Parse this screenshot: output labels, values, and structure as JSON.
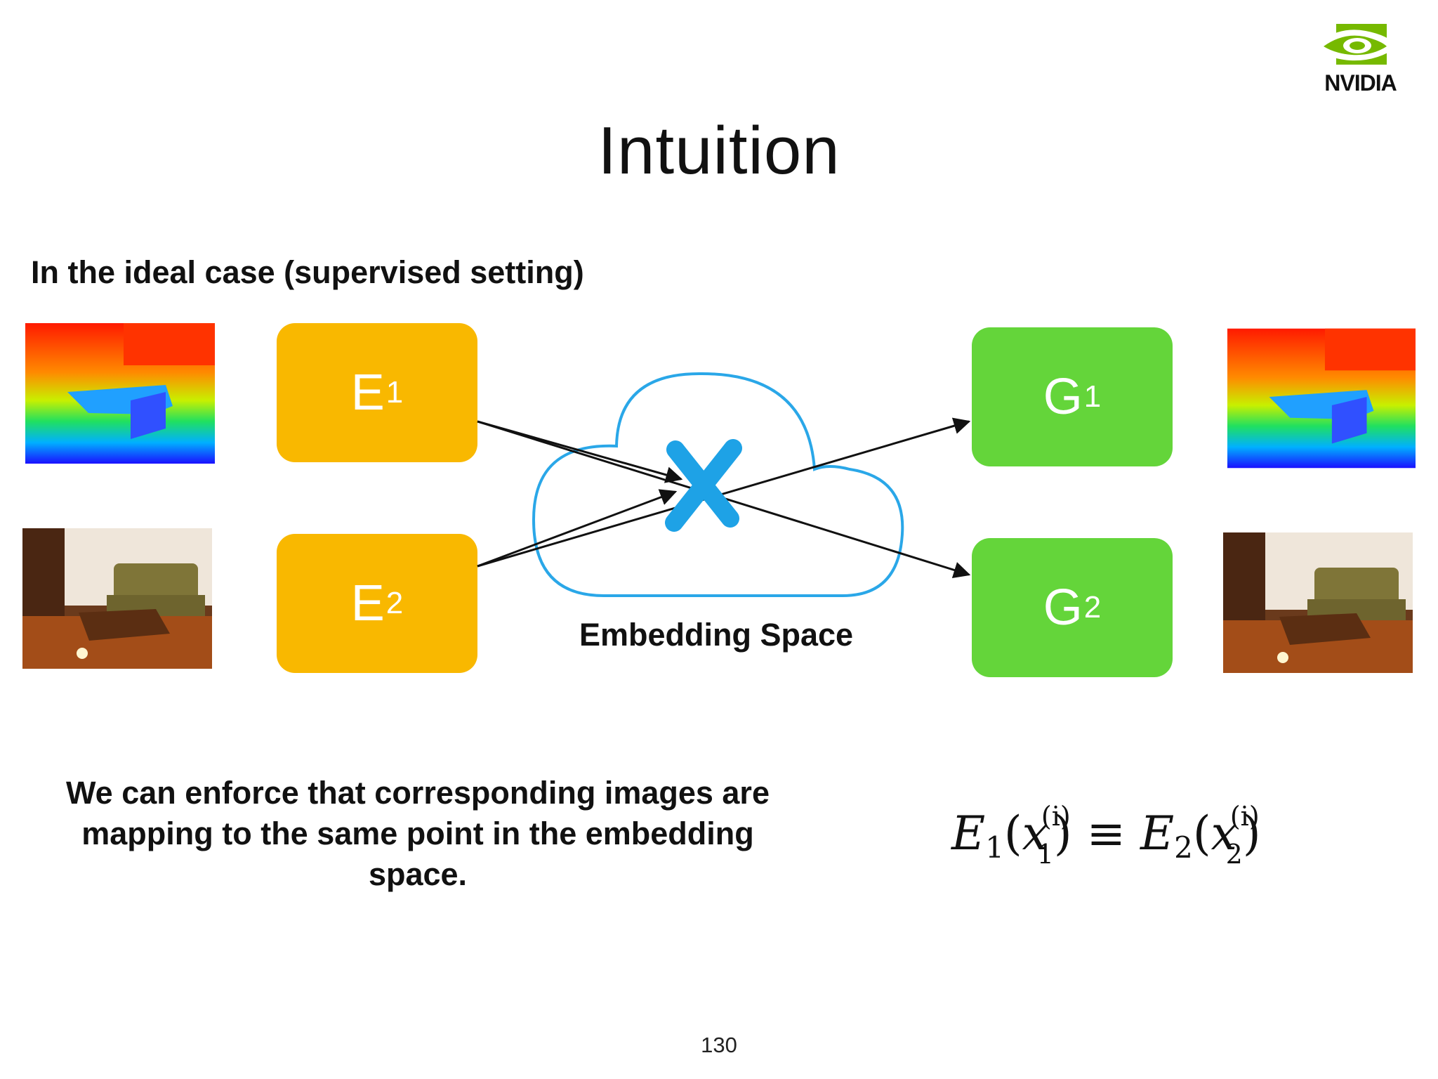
{
  "slide": {
    "title": "Intuition",
    "subtitle": "In the ideal case (supervised setting)",
    "embedding_label": "Embedding Space",
    "body_text": "We can enforce that corresponding images are mapping to the same point in the embedding space.",
    "page_number": "130",
    "logo_text": "NVIDIA"
  },
  "boxes": {
    "e1": {
      "main": "E",
      "sub": "1"
    },
    "e2": {
      "main": "E",
      "sub": "2"
    },
    "g1": {
      "main": "G",
      "sub": "1"
    },
    "g2": {
      "main": "G",
      "sub": "2"
    }
  },
  "equation": {
    "lhs_fn": "E",
    "lhs_fn_sub": "1",
    "lhs_var": "x",
    "lhs_var_sub": "1",
    "lhs_sup": "(i)",
    "op": "≡",
    "rhs_fn": "E",
    "rhs_fn_sub": "2",
    "rhs_var": "x",
    "rhs_var_sub": "2",
    "rhs_sup": "(i)"
  },
  "colors": {
    "encoder": "#f9b800",
    "generator": "#64d53a",
    "cloud": "#2aa7e8",
    "cross": "#1ea2e6",
    "nvidia_green": "#76b900"
  },
  "icons": {
    "depth_map": "depth-map-image",
    "rgb_photo": "living-room-photo",
    "cloud": "cloud-icon",
    "cross": "x-mark-icon"
  }
}
